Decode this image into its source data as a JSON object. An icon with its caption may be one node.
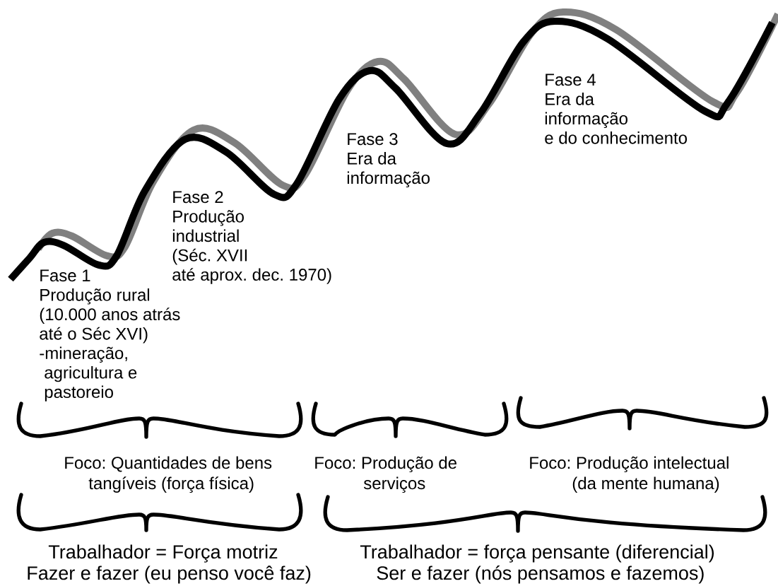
{
  "diagram": {
    "labels": [
      "Fase 1 Produção rural (10.000 anos atrás até o Séc XVI) -mineração, agricultura e pastoreio",
      "Fase 2 Produção industrial (Séc. XVII até aprox. dec. 1970)",
      "Fase 3 Era da informação",
      "Fase 4 Era da informação e do conhecimento",
      "Foco: Quantidades de bens tangíveis (força física)",
      "Foco: Produção de serviços",
      "Foco: Produção intelectual (da mente humana)",
      "Trabalhador = Força motriz Fazer e fazer (eu penso você faz)",
      "Trabalhador = força pensante (diferencial) Ser e fazer (nós pensamos e fazemos)"
    ]
  }
}
